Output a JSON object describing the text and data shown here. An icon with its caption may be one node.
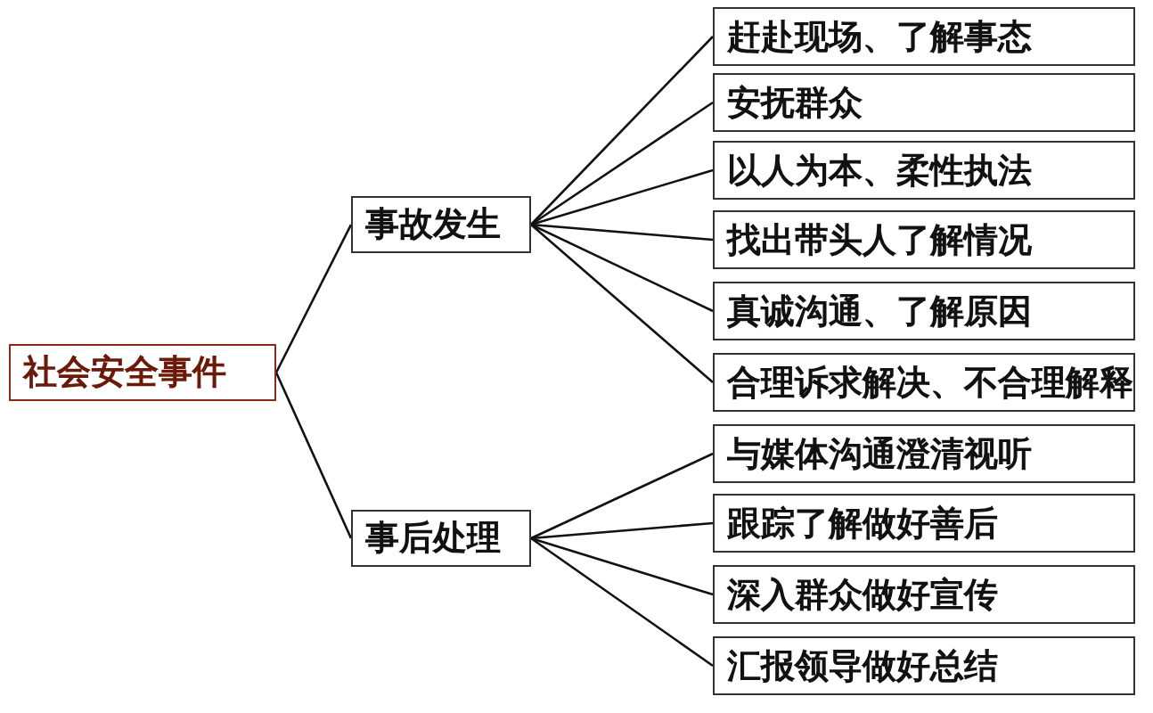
{
  "diagram": {
    "nodes": [
      {
        "text": [
          "社会安全事件"
        ]
      },
      {
        "text": [
          "事故发生"
        ]
      },
      {
        "text": [
          "事后处理"
        ]
      },
      {
        "text": [
          "赶赴现场、了解事态"
        ]
      },
      {
        "text": [
          "安抚群众"
        ]
      },
      {
        "text": [
          "以人为本、柔性执法"
        ]
      },
      {
        "text": [
          "找出带头人了解情况"
        ]
      },
      {
        "text": [
          "真诚沟通、了解原因"
        ]
      },
      {
        "text": [
          "合理诉求解决、不合理解释"
        ]
      },
      {
        "text": [
          "与媒体沟通澄清视听"
        ]
      },
      {
        "text": [
          "跟踪了解做好善后"
        ]
      },
      {
        "text": [
          "深入群众做好宣传"
        ]
      },
      {
        "text": [
          "汇报领导做好总结"
        ]
      }
    ],
    "edges": [
      {
        "from": 0,
        "to": 1,
        "arrow": "none"
      },
      {
        "from": 0,
        "to": 2,
        "arrow": "none"
      },
      {
        "from": 1,
        "to": 3,
        "arrow": "none"
      },
      {
        "from": 1,
        "to": 4,
        "arrow": "none"
      },
      {
        "from": 1,
        "to": 5,
        "arrow": "none"
      },
      {
        "from": 1,
        "to": 6,
        "arrow": "none"
      },
      {
        "from": 1,
        "to": 7,
        "arrow": "none"
      },
      {
        "from": 1,
        "to": 8,
        "arrow": "none"
      },
      {
        "from": 2,
        "to": 9,
        "arrow": "none"
      },
      {
        "from": 2,
        "to": 10,
        "arrow": "none"
      },
      {
        "from": 2,
        "to": 11,
        "arrow": "none"
      },
      {
        "from": 2,
        "to": 12,
        "arrow": "none"
      }
    ]
  }
}
